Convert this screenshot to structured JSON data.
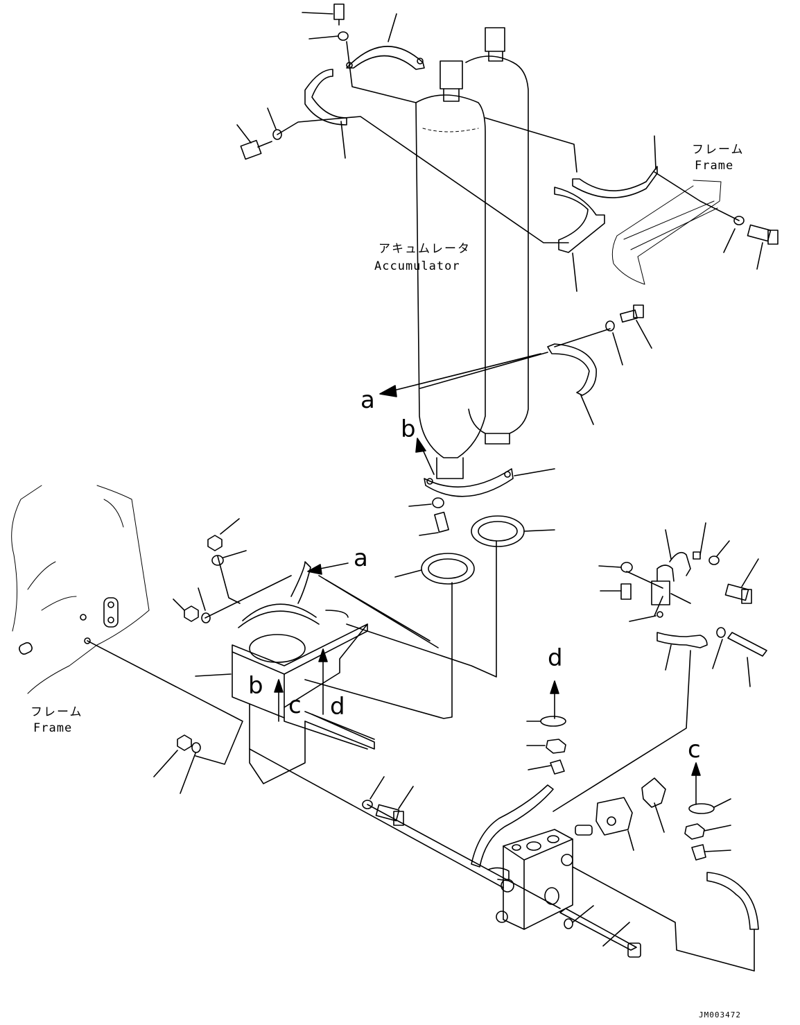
{
  "labels": {
    "frame_top_jp": "フレーム",
    "frame_top_en": "Frame",
    "accumulator_jp": "アキュムレータ",
    "accumulator_en": "Accumulator",
    "frame_left_jp": "フレーム",
    "frame_left_en": "Frame",
    "drawing_code": "JM003472"
  },
  "callouts": {
    "a_top": "a",
    "b_top": "b",
    "a_mid": "a",
    "b_bracket": "b",
    "c_bracket": "c",
    "d_bracket": "d",
    "d_valve": "d",
    "c_valve": "c"
  }
}
